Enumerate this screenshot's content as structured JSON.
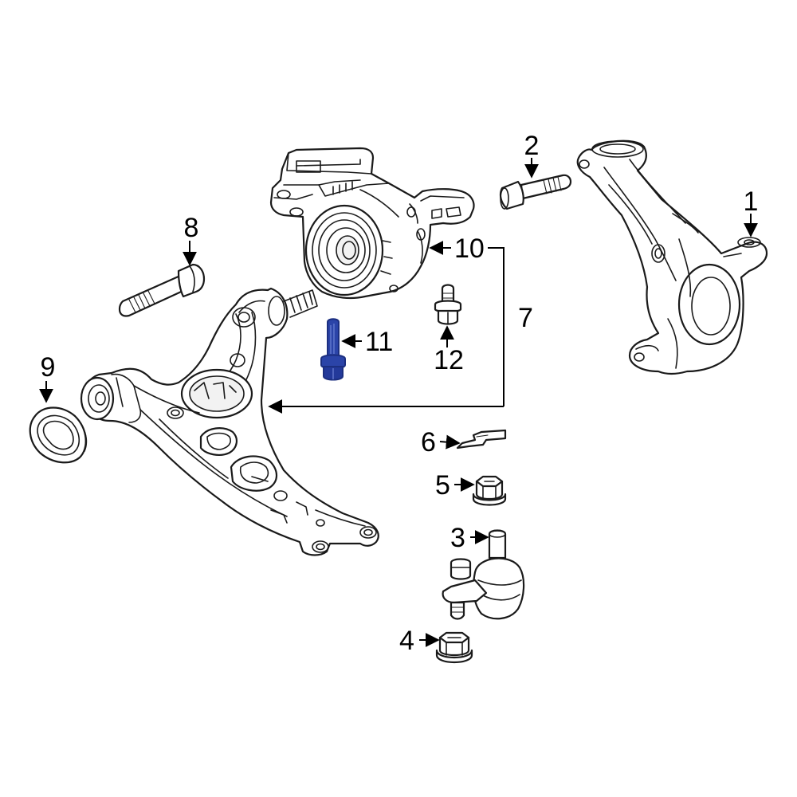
{
  "callouts": {
    "c1": "1",
    "c2": "2",
    "c3": "3",
    "c4": "4",
    "c5": "5",
    "c6": "6",
    "c7": "7",
    "c8": "8",
    "c9": "9",
    "c10": "10",
    "c11": "11",
    "c12": "12"
  },
  "colors": {
    "line": "#1a1a1a",
    "highlight": "#2b44a8",
    "highlight_dark": "#1c2f80",
    "background": "#ffffff"
  },
  "highlighted_part": "11"
}
